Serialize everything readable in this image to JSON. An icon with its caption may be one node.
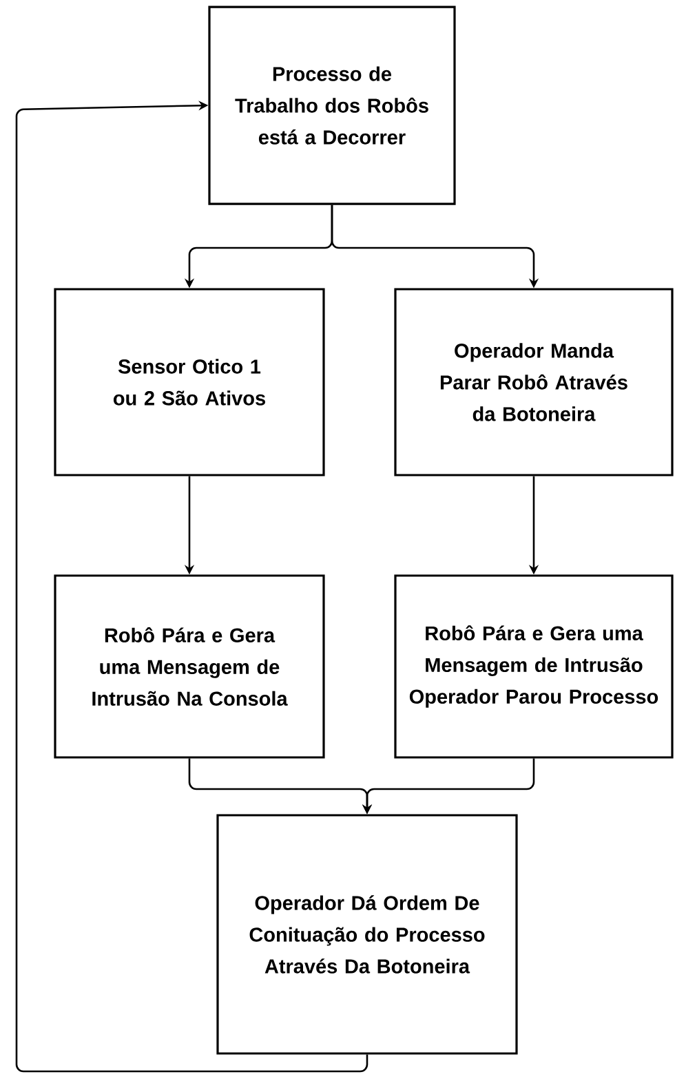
{
  "diagram": {
    "nodes": [
      {
        "text": [
          "Processo de Trabalho dos Robôs está a Decorrer"
        ]
      },
      {
        "text": [
          "Sensor Otico 1 ou 2 São Ativos"
        ]
      },
      {
        "text": [
          "Operador Manda Parar Robô Através da Botoneira"
        ]
      },
      {
        "text": [
          "Robô Pára e Gera uma Mensagem de Intrusão Na Consola"
        ]
      },
      {
        "text": [
          "Robô Pára e Gera uma Mensagem de Intrusão Operador Parou Processo"
        ]
      },
      {
        "text": [
          "Operador Dá Ordem De Conituação do Processo Através Da Botoneira"
        ]
      }
    ],
    "edges": [
      {
        "from": 0,
        "to": 1,
        "arrow": "to"
      },
      {
        "from": 0,
        "to": 2,
        "arrow": "to"
      },
      {
        "from": 1,
        "to": 3,
        "arrow": "to"
      },
      {
        "from": 2,
        "to": 4,
        "arrow": "to"
      },
      {
        "from": 3,
        "to": 5,
        "arrow": "to"
      },
      {
        "from": 4,
        "to": 5,
        "arrow": "to"
      },
      {
        "from": 5,
        "to": 0,
        "arrow": "to"
      }
    ]
  }
}
